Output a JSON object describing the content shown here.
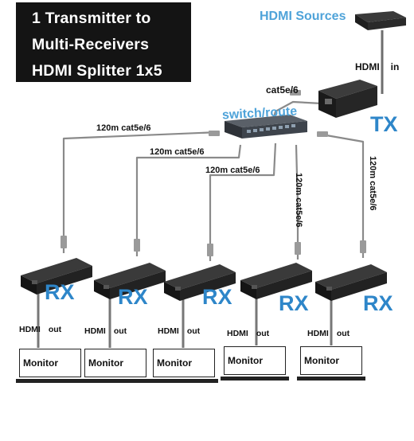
{
  "title": {
    "line1": "1 Transmitter to",
    "line2": "Multi-Receivers",
    "line3": "HDMI Splitter 1x5"
  },
  "sources_label": "HDMI Sources",
  "hdmi_in": {
    "label": "HDMI",
    "suffix": "in"
  },
  "uplink_label": "cat5e/6",
  "switch_label": "switch/route",
  "tx_label": "TX",
  "links": [
    "120m cat5e/6",
    "120m cat5e/6",
    "120m cat5e/6",
    "120m cat5e/6",
    "120m cat5e/6"
  ],
  "receivers": [
    {
      "label": "RX",
      "hdmi": "HDMI",
      "out": "out",
      "monitor": "Monitor"
    },
    {
      "label": "RX",
      "hdmi": "HDMI",
      "out": "out",
      "monitor": "Monitor"
    },
    {
      "label": "RX",
      "hdmi": "HDMI",
      "out": "out",
      "monitor": "Monitor"
    },
    {
      "label": "RX",
      "hdmi": "HDMI",
      "out": "out",
      "monitor": "Monitor"
    },
    {
      "label": "RX",
      "hdmi": "HDMI",
      "out": "out",
      "monitor": "Monitor"
    }
  ],
  "colors": {
    "label_blue": "#4fa3d9",
    "txrx_blue": "#2e86c9",
    "cable": "#8a8a8a",
    "device": "#1b1b1b"
  }
}
